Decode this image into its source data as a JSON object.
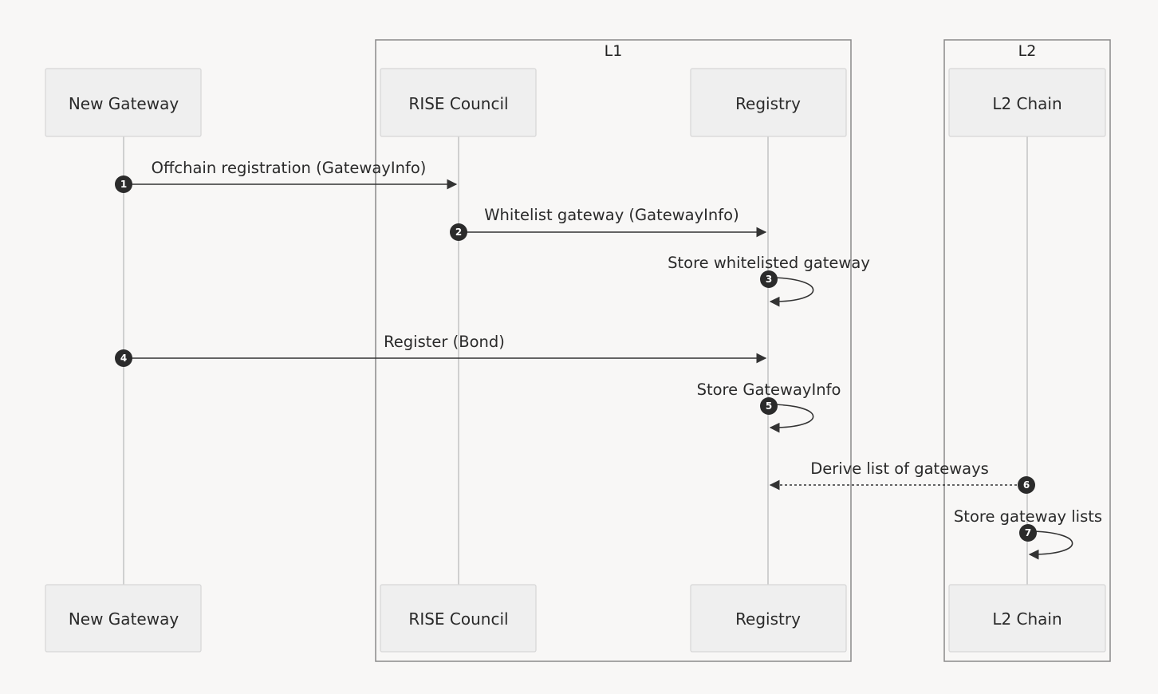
{
  "groups": [
    {
      "id": "l1",
      "label": "L1"
    },
    {
      "id": "l2",
      "label": "L2"
    }
  ],
  "participants": [
    {
      "id": "new-gateway",
      "label": "New Gateway"
    },
    {
      "id": "rise-council",
      "label": "RISE Council"
    },
    {
      "id": "registry",
      "label": "Registry"
    },
    {
      "id": "l2-chain",
      "label": "L2 Chain"
    }
  ],
  "messages": [
    {
      "step": "1",
      "from": "new-gateway",
      "to": "rise-council",
      "label": "Offchain registration (GatewayInfo)",
      "style": "solid"
    },
    {
      "step": "2",
      "from": "rise-council",
      "to": "registry",
      "label": "Whitelist gateway (GatewayInfo)",
      "style": "solid"
    },
    {
      "step": "3",
      "from": "registry",
      "to": "registry",
      "label": "Store whitelisted gateway",
      "style": "solid"
    },
    {
      "step": "4",
      "from": "new-gateway",
      "to": "registry",
      "label": "Register (Bond)",
      "style": "solid"
    },
    {
      "step": "5",
      "from": "registry",
      "to": "registry",
      "label": "Store GatewayInfo",
      "style": "solid"
    },
    {
      "step": "6",
      "from": "l2-chain",
      "to": "registry",
      "label": "Derive list of gateways",
      "style": "dashed"
    },
    {
      "step": "7",
      "from": "l2-chain",
      "to": "l2-chain",
      "label": "Store gateway lists",
      "style": "solid"
    }
  ]
}
